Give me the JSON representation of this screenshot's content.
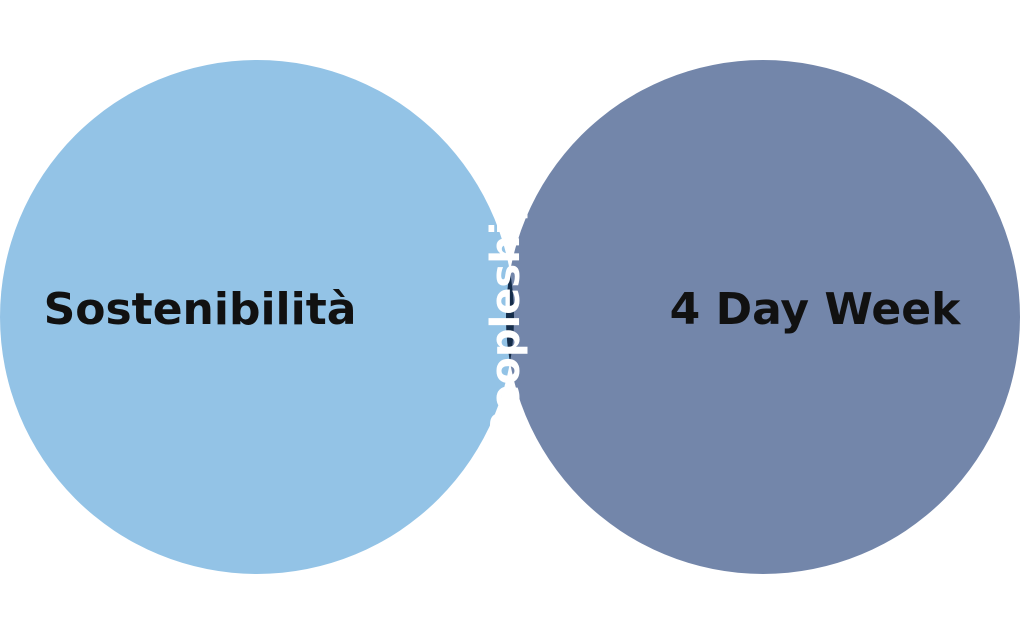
{
  "diagram": {
    "type": "venn",
    "sets": [
      {
        "label": "Sostenibilità",
        "color": "#93C3E6"
      },
      {
        "label": "4 Day Week",
        "color": "#7386AA"
      }
    ],
    "intersection": {
      "label": "Peopleship",
      "color": "#152D4A"
    }
  }
}
